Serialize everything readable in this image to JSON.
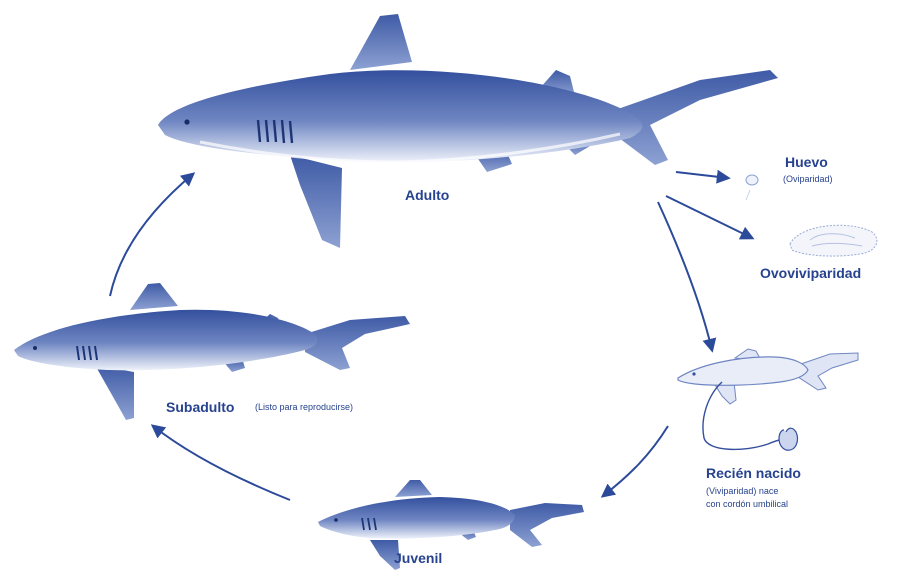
{
  "stages": {
    "adult": {
      "label": "Adulto"
    },
    "egg": {
      "label": "Huevo",
      "note": "(Oviparidad)"
    },
    "ovoviviparity": {
      "label": "Ovoviviparidad"
    },
    "newborn": {
      "label": "Recién nacido",
      "note_line1": "(Viviparidad) nace",
      "note_line2": "con cordón umbilical"
    },
    "juvenile": {
      "label": "Juvenil"
    },
    "subadult": {
      "label": "Subadulto",
      "note": "(Listo para reproducirse)"
    }
  },
  "colors": {
    "ink": "#27428e",
    "shark_dark": "#34509e",
    "shark_mid": "#6f86c2",
    "shark_light": "#e9eef8",
    "arrow": "#2c4a9a"
  }
}
